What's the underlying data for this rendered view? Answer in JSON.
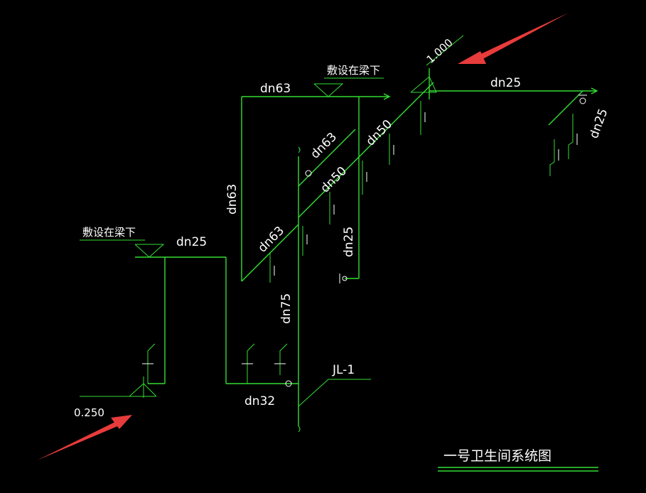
{
  "drawing": {
    "title": "一号卫生间系统图",
    "riser_label": "JL-1",
    "elevation_top": "1.000",
    "elevation_bottom": "0.250",
    "note_left": "敷设在梁下",
    "note_top": "敷设在梁下",
    "pipe_labels": {
      "top_dn63": "dn63",
      "top_dn25": "dn25",
      "right_dn25": "dn25",
      "diag_dn63_top": "dn63",
      "diag_dn50_right": "dn50",
      "diag_dn50_mid": "dn50",
      "vert_dn63": "dn63",
      "diag_dn63_low": "dn63",
      "vert_dn25": "dn25",
      "riser_dn75": "dn75",
      "left_dn25": "dn25",
      "bottom_dn32": "dn32"
    }
  },
  "colors": {
    "background": "#000000",
    "pipe": "#33dd33",
    "text": "#ffffff",
    "arrow": "#e83b3b"
  }
}
